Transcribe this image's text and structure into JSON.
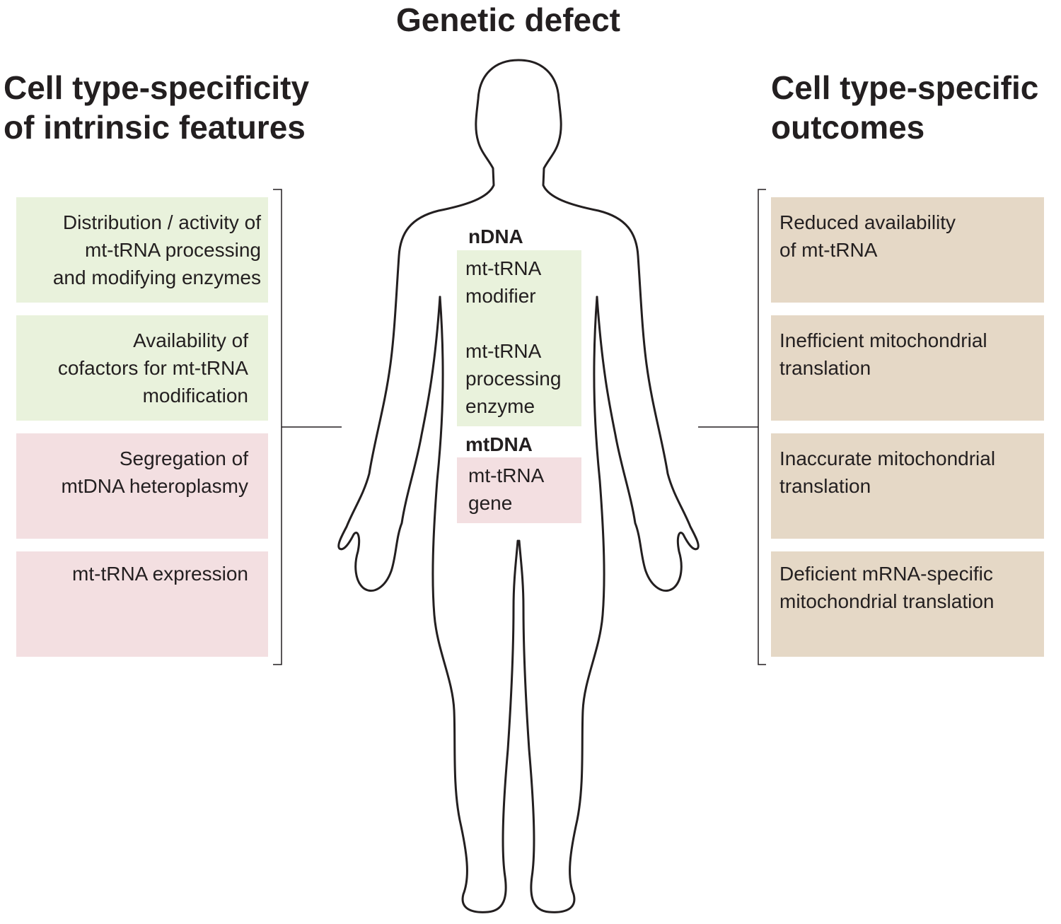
{
  "title": "Genetic defect",
  "left_heading": "Cell type-specificity\nof intrinsic features",
  "right_heading": "Cell type-specific\noutcomes",
  "left_items": [
    {
      "text": "Distribution / activity of\nmt-tRNA processing\nand modifying enzymes",
      "color": "#e9f2dc"
    },
    {
      "text": "Availability of \ncofactors for mt-tRNA\nmodification",
      "color": "#e9f2dc"
    },
    {
      "text": "Segregation of\nmtDNA heteroplasmy",
      "color": "#f3dfe1"
    },
    {
      "text": "mt-tRNA expression",
      "color": "#f3dfe1"
    }
  ],
  "right_items": [
    {
      "text": "Reduced availability\nof mt-tRNA",
      "color": "#e5d8c6"
    },
    {
      "text": "Inefficient mitochondrial\ntranslation",
      "color": "#e5d8c6"
    },
    {
      "text": "Inaccurate mitochondrial\ntranslation",
      "color": "#e5d8c6"
    },
    {
      "text": "Deficient mRNA-specific\nmitochondrial translation",
      "color": "#e5d8c6"
    }
  ],
  "center": {
    "ndna_label": "nDNA",
    "ndna_items": [
      "mt-tRNA\nmodifier",
      "mt-tRNA\nprocessing\nenzyme"
    ],
    "mtdna_label": "mtDNA",
    "mtdna_item": "mt-tRNA\ngene",
    "ndna_color": "#e9f2dc",
    "mtdna_color": "#f3dfe1"
  },
  "icons": [
    "human-body-outline-icon"
  ]
}
